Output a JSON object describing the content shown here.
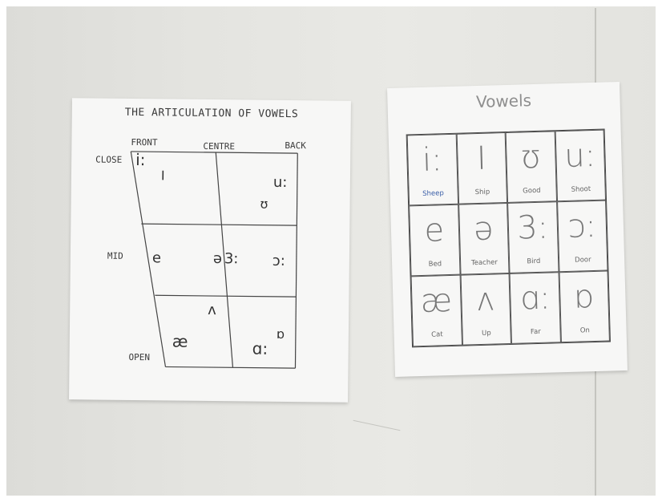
{
  "chart": {
    "title": "THE ARTICULATION OF VOWELS",
    "labels": {
      "front": "FRONT",
      "centre": "CENTRE",
      "back": "BACK",
      "close": "CLOSE",
      "mid": "MID",
      "open": "OPEN"
    },
    "symbols": {
      "i_long": "i:",
      "i_short": "I",
      "u_long": "u:",
      "u_short": "ʊ",
      "e": "e",
      "schwa": "ə",
      "er": "3:",
      "or": "ɔ:",
      "caret": "ʌ",
      "ae": "æ",
      "a_long": "ɑ:",
      "o_short": "ɒ"
    }
  },
  "vowels": {
    "title": "Vowels",
    "cells": [
      {
        "symbol": "i:",
        "word": "Sheep"
      },
      {
        "symbol": "I",
        "word": "Ship"
      },
      {
        "symbol": "ʊ",
        "word": "Good"
      },
      {
        "symbol": "u:",
        "word": "Shoot"
      },
      {
        "symbol": "e",
        "word": "Bed"
      },
      {
        "symbol": "ə",
        "word": "Teacher"
      },
      {
        "symbol": "3:",
        "word": "Bird"
      },
      {
        "symbol": "ɔ:",
        "word": "Door"
      },
      {
        "symbol": "æ",
        "word": "Cat"
      },
      {
        "symbol": "ʌ",
        "word": "Up"
      },
      {
        "symbol": "ɑ:",
        "word": "Far"
      },
      {
        "symbol": "ɒ",
        "word": "On"
      }
    ]
  },
  "colors": {
    "wall": "#e4e4e0",
    "paper": "#f7f7f6",
    "ink": "#3a3a3a",
    "blue_word": "#3b5fa8"
  }
}
